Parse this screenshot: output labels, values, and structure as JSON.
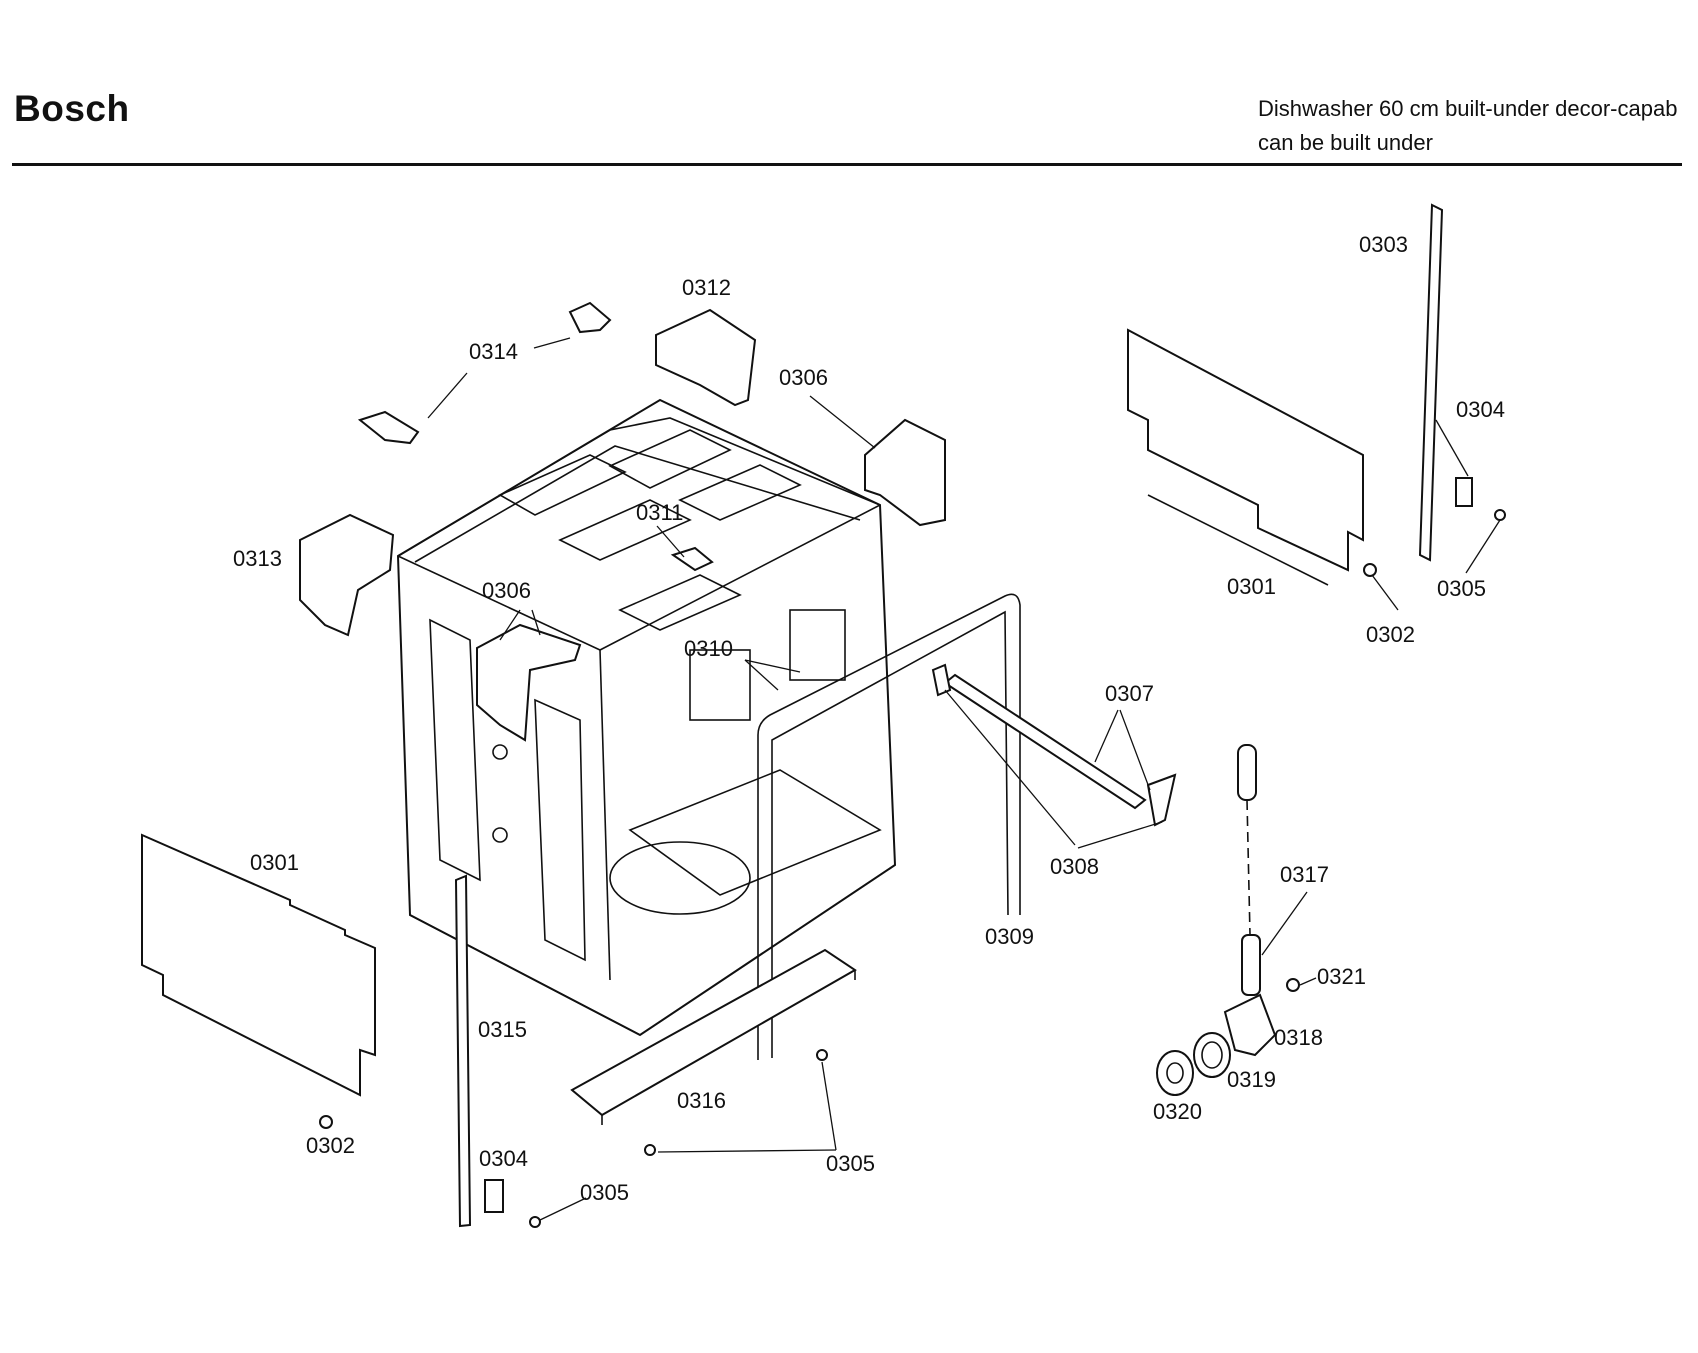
{
  "header": {
    "brand": "Bosch",
    "subtitle_line1": "Dishwasher 60 cm built-under decor-capab",
    "subtitle_line2": "can be built under"
  },
  "labels": {
    "l0301a": "0301",
    "l0301b": "0301",
    "l0302a": "0302",
    "l0302b": "0302",
    "l0303": "0303",
    "l0304a": "0304",
    "l0304b": "0304",
    "l0305a": "0305",
    "l0305b": "0305",
    "l0305c": "0305",
    "l0306a": "0306",
    "l0306b": "0306",
    "l0307": "0307",
    "l0308": "0308",
    "l0309": "0309",
    "l0310": "0310",
    "l0311": "0311",
    "l0312": "0312",
    "l0313": "0313",
    "l0314": "0314",
    "l0315": "0315",
    "l0316": "0316",
    "l0317": "0317",
    "l0318": "0318",
    "l0319": "0319",
    "l0320": "0320",
    "l0321": "0321"
  }
}
